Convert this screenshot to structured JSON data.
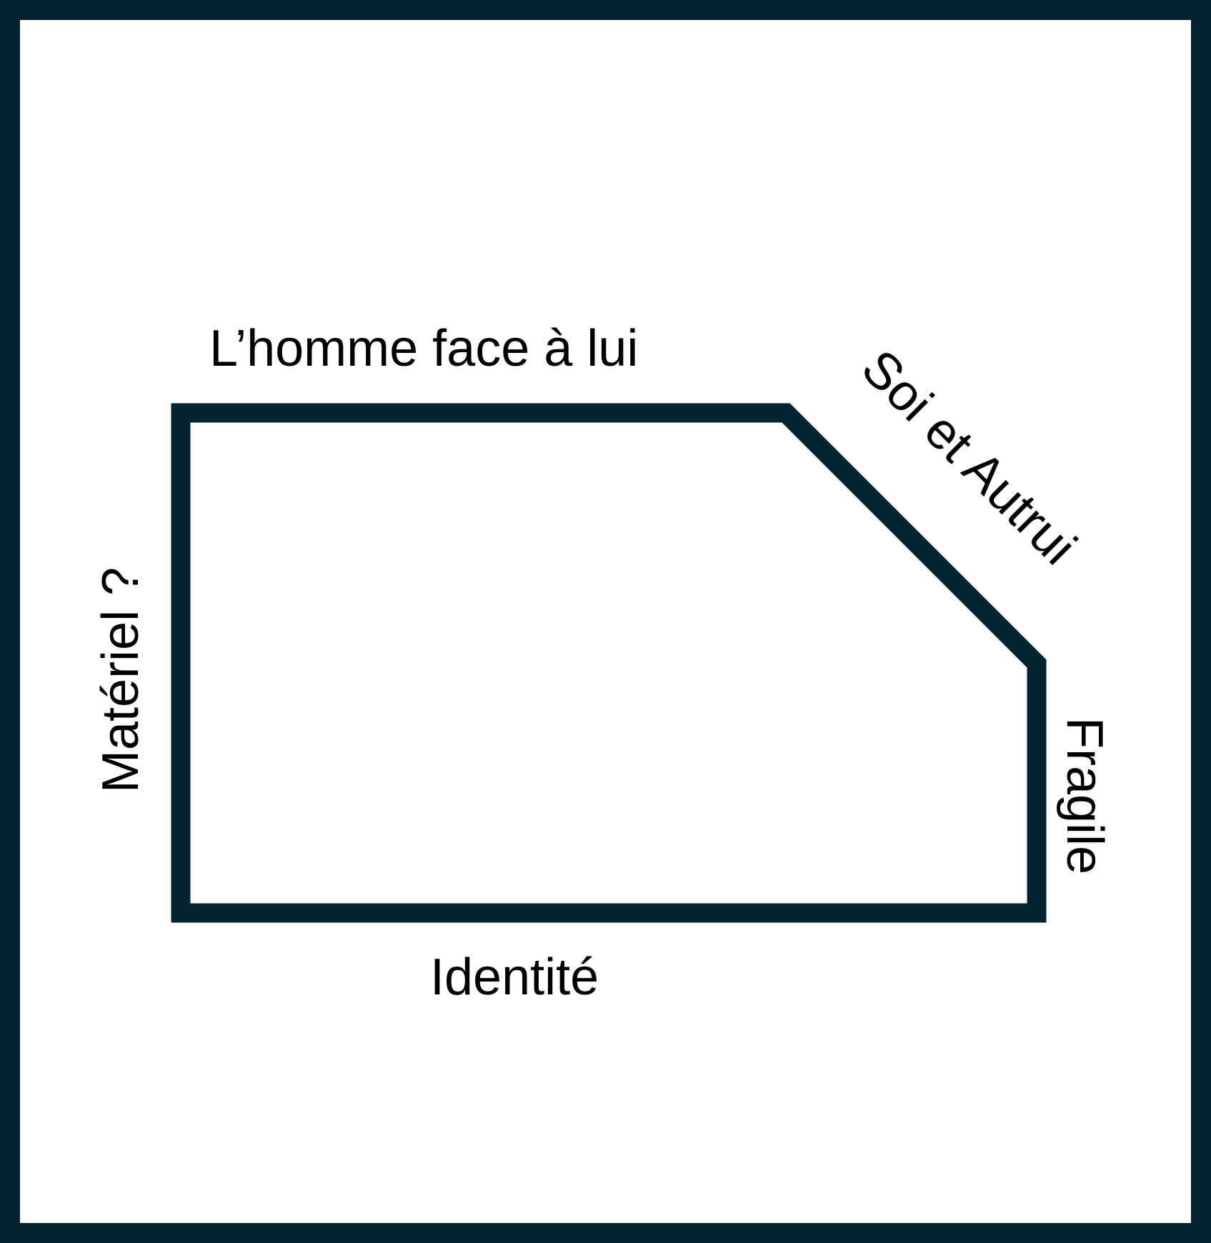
{
  "colors": {
    "stroke": "#052333",
    "background": "#ffffff",
    "text": "#000000"
  },
  "labels": {
    "top": "L’homme face à lui",
    "diagonal": "Soi et Autrui",
    "right": "Fragile",
    "bottom": "Identité",
    "left": "Matériel ?"
  }
}
